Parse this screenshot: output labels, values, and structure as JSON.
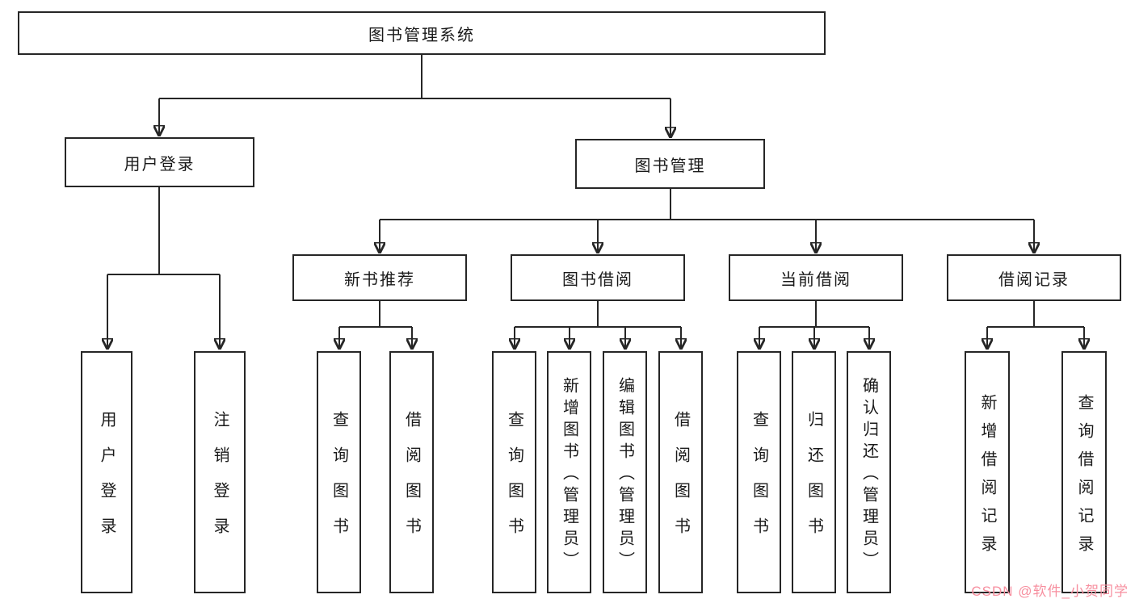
{
  "colors": {
    "line": "#262626",
    "box_border": "#262626",
    "background": "#ffffff",
    "watermark": "#f78f9f"
  },
  "watermark": {
    "text": "CSDN @软件_小贺同学"
  },
  "tree": {
    "root": "图书管理系统",
    "children": [
      {
        "label": "用户登录",
        "children": [
          {
            "label": "用户登录"
          },
          {
            "label": "注销登录"
          }
        ]
      },
      {
        "label": "图书管理",
        "children": [
          {
            "label": "新书推荐",
            "children": [
              {
                "label": "查询图书"
              },
              {
                "label": "借阅图书"
              }
            ]
          },
          {
            "label": "图书借阅",
            "children": [
              {
                "label": "查询图书"
              },
              {
                "label": "新增图书（管理员）"
              },
              {
                "label": "编辑图书（管理员）"
              },
              {
                "label": "借阅图书"
              }
            ]
          },
          {
            "label": "当前借阅",
            "children": [
              {
                "label": "查询图书"
              },
              {
                "label": "归还图书"
              },
              {
                "label": "确认归还（管理员）"
              }
            ]
          },
          {
            "label": "借阅记录",
            "children": [
              {
                "label": "新增借阅记录"
              },
              {
                "label": "查询借阅记录"
              }
            ]
          }
        ]
      }
    ]
  }
}
